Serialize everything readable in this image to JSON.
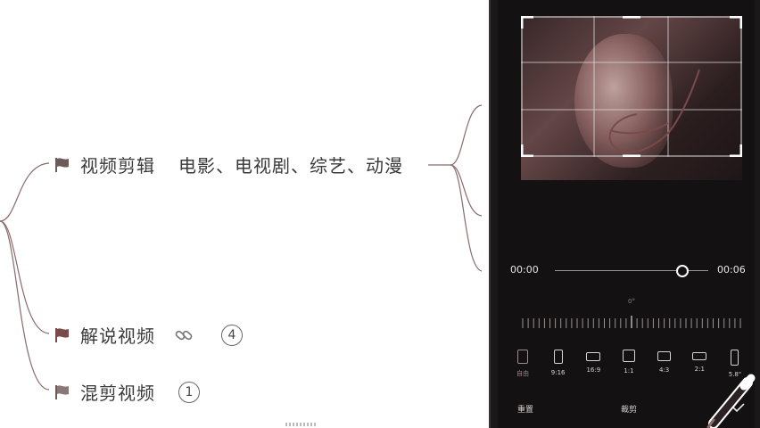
{
  "mindmap": {
    "branches": [
      {
        "label": "视频剪辑",
        "note": "电影、电视剧、综艺、动漫"
      },
      {
        "label": "解说视频",
        "badge": "4"
      },
      {
        "label": "混剪视频",
        "badge": "1"
      }
    ]
  },
  "editor": {
    "time_start": "00:00",
    "time_end": "00:06",
    "playback_progress": 0.83,
    "rotation_label": "0°",
    "ratios": [
      {
        "label": "自由",
        "icon": "free-ratio-icon"
      },
      {
        "label": "9:16",
        "icon": "portrait-ratio-icon"
      },
      {
        "label": "16:9",
        "icon": "landscape-ratio-icon"
      },
      {
        "label": "1:1",
        "icon": "square-ratio-icon"
      },
      {
        "label": "4:3",
        "icon": "four-three-ratio-icon"
      },
      {
        "label": "2:1",
        "icon": "two-one-ratio-icon"
      },
      {
        "label": "5.8\"",
        "icon": "phone-ratio-icon"
      }
    ],
    "reset_label": "重置",
    "crop_label": "裁剪"
  },
  "colors": {
    "mindmap_line": "#8a6a6a",
    "flag": "#6e5a5a",
    "flag_active": "#7a4a4a",
    "phone_bg": "#141112"
  }
}
